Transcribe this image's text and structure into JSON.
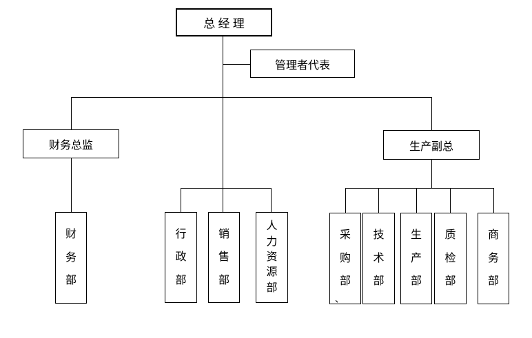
{
  "org": {
    "general_manager": {
      "label": "总 经 理"
    },
    "management_representative": {
      "label": "管理者代表"
    },
    "finance_director": {
      "label": "财务总监"
    },
    "production_vp": {
      "label": "生产副总"
    },
    "departments": [
      {
        "label": "财务部",
        "parent": "财务总监"
      },
      {
        "label": "行政部",
        "parent": "总经理"
      },
      {
        "label": "销售部",
        "parent": "总经理"
      },
      {
        "label": "人力资源部",
        "parent": "总经理"
      },
      {
        "label": "采购部",
        "parent": "生产副总"
      },
      {
        "label": "技术部",
        "parent": "生产副总"
      },
      {
        "label": "生产部",
        "parent": "生产副总"
      },
      {
        "label": "质检部",
        "parent": "生产副总"
      },
      {
        "label": "商务部",
        "parent": "生产副总"
      }
    ],
    "purchasing_stray_mark": "、"
  },
  "colors": {
    "background": "#ffffff",
    "line": "#000000",
    "box_border": "#000000",
    "text": "#000000"
  }
}
